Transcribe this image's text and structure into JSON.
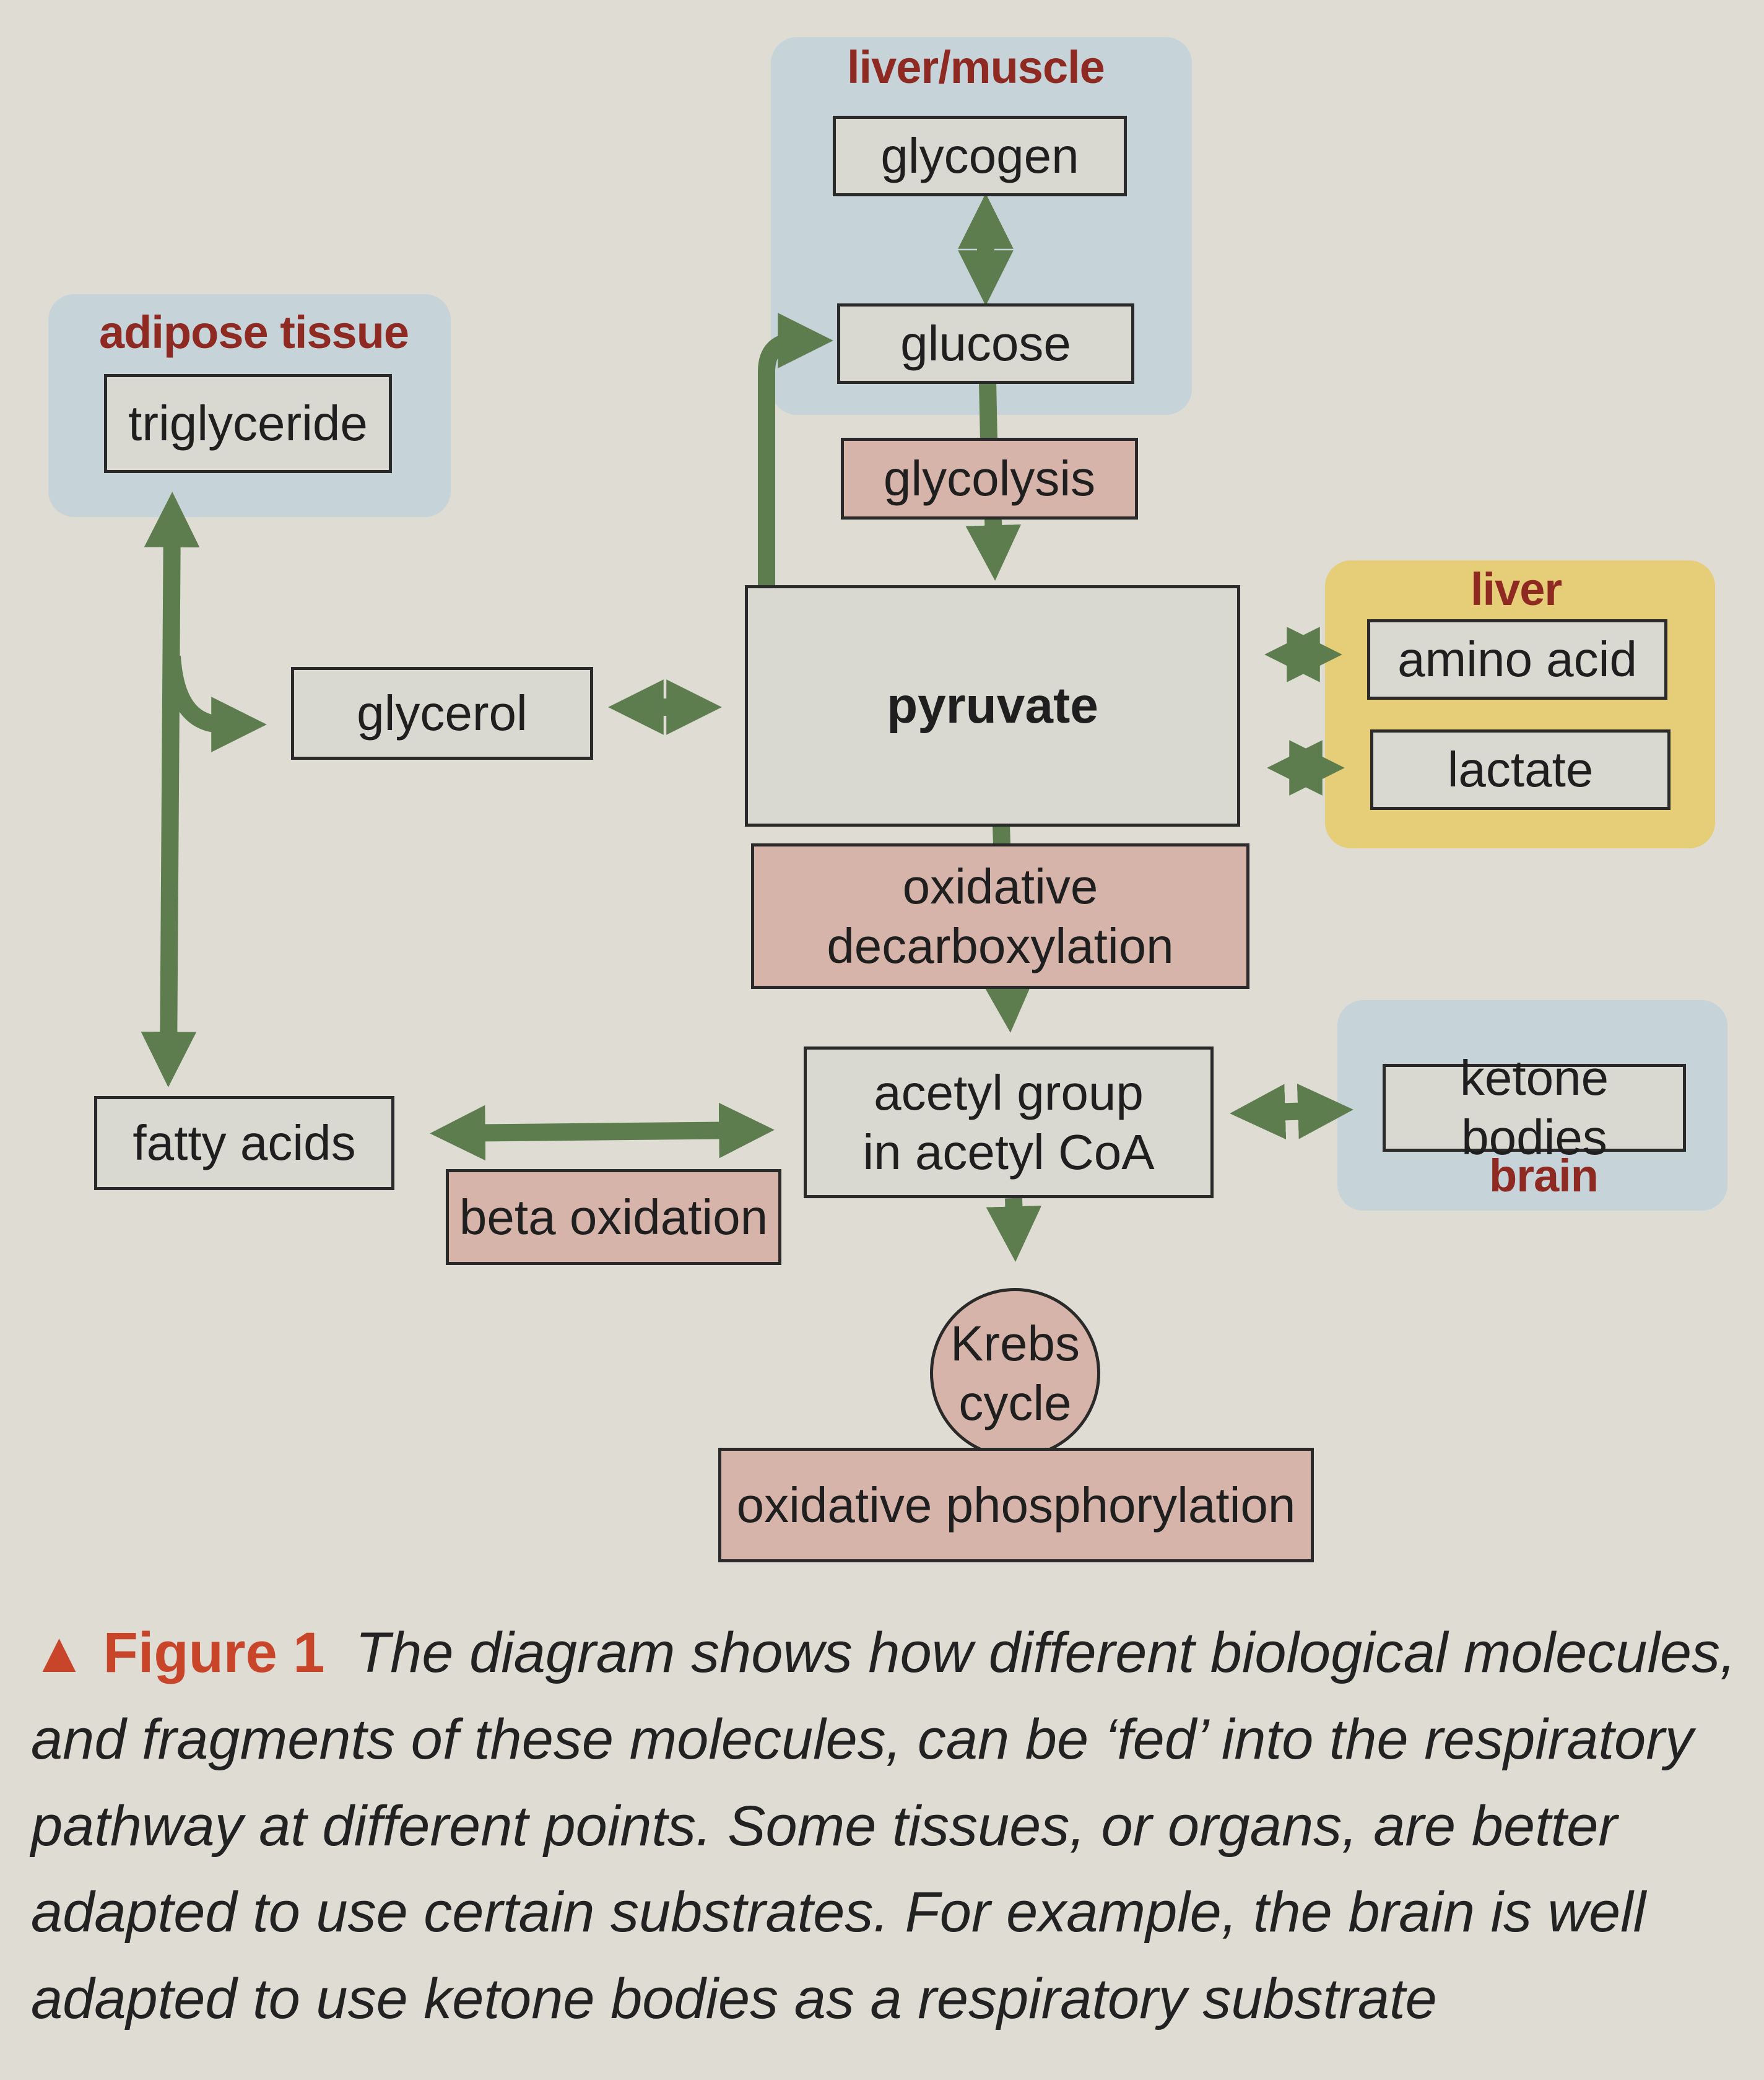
{
  "regions": {
    "liver_muscle": "liver/muscle",
    "adipose": "adipose tissue",
    "liver": "liver",
    "brain": "brain"
  },
  "nodes": {
    "glycogen": "glycogen",
    "glucose": "glucose",
    "glycolysis": "glycolysis",
    "triglyceride": "triglyceride",
    "glycerol": "glycerol",
    "pyruvate": "pyruvate",
    "amino_acid": "amino acid",
    "lactate": "lactate",
    "oxidative_decarboxylation_1": "oxidative",
    "oxidative_decarboxylation_2": "decarboxylation",
    "acetyl_1": "acetyl group",
    "acetyl_2": "in acetyl CoA",
    "fatty_acids": "fatty acids",
    "beta_oxidation": "beta oxidation",
    "ketone_bodies": "ketone bodies",
    "krebs_1": "Krebs",
    "krebs_2": "cycle",
    "oxidative_phosphorylation": "oxidative phosphorylation"
  },
  "caption": {
    "marker": "▲",
    "label": "Figure 1",
    "text": "The diagram shows how different biological molecules, and fragments of these molecules, can be ‘fed’ into the respiratory pathway at different points. Some tissues, or organs, are better adapted to use certain substrates. For example, the brain is well adapted to use ketone bodies as a respiratory substrate"
  },
  "colors": {
    "arrow": "#5e7d4f",
    "region_blue": "#c6d3d8",
    "region_yellow": "#e6cd78",
    "process_fill": "#d6b4aa",
    "node_fill": "#d9d9d2",
    "region_label": "#8e2a22",
    "figure_label": "#c8452a"
  }
}
